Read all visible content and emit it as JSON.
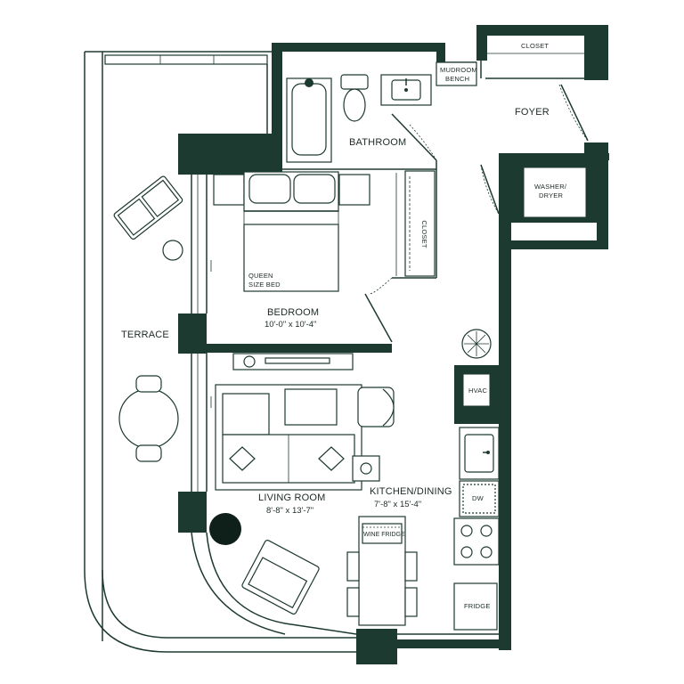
{
  "colors": {
    "wall": "#1d3a30",
    "background": "#ffffff",
    "text": "#1d2a26"
  },
  "rooms": {
    "terrace": {
      "name": "TERRACE"
    },
    "bathroom": {
      "name": "BATHROOM"
    },
    "foyer": {
      "name": "FOYER"
    },
    "bedroom": {
      "name": "BEDROOM",
      "dimensions": "10'-0\" x 10'-4\""
    },
    "living_room": {
      "name": "LIVING ROOM",
      "dimensions": "8'-8\" x 13'-7\""
    },
    "kitchen_dining": {
      "name": "KITCHEN/DINING",
      "dimensions": "7'-8\" x 15'-4\""
    }
  },
  "fixtures": {
    "closet_foyer": "CLOSET",
    "mudroom_line1": "MUDROOM",
    "mudroom_line2": "BENCH",
    "closet_bedroom": "CLOSET",
    "washer_line1": "WASHER/",
    "washer_line2": "DRYER",
    "bed_line1": "QUEEN",
    "bed_line2": "SIZE BED",
    "hvac": "HVAC",
    "dishwasher": "DW",
    "wine_fridge": "WINE FRIDGE",
    "fridge": "FRIDGE"
  },
  "icons": [
    "bathtub-icon",
    "toilet-icon",
    "sink-icon",
    "plant-icon",
    "stove-icon",
    "armchair-icon",
    "sofa-icon",
    "bed-icon",
    "door-swing-icon"
  ]
}
